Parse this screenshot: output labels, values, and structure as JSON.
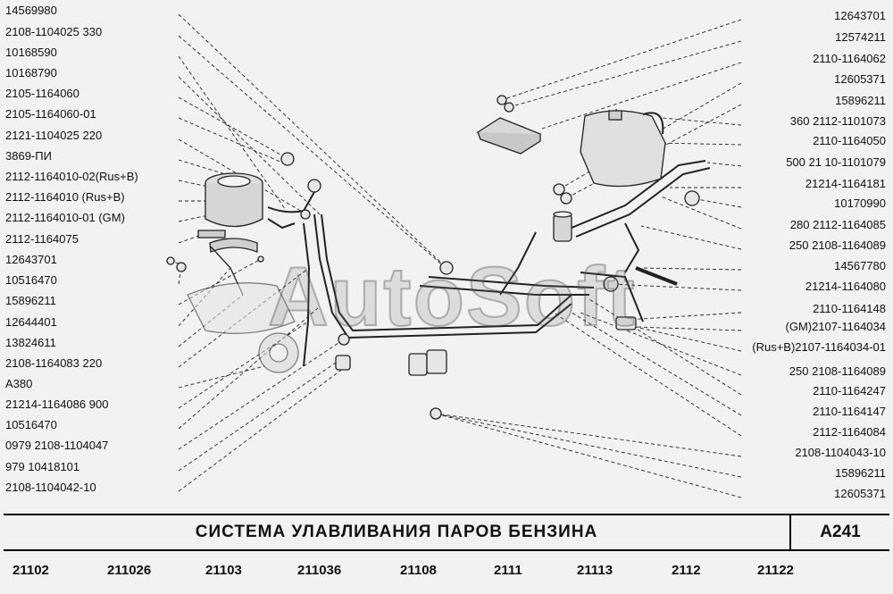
{
  "diagram": {
    "left_labels": [
      "14569980",
      "2108-1104025  330",
      "10168590",
      "10168790",
      "2105-1164060",
      "2105-1164060-01",
      "2121-1104025  220",
      "3869-ПИ",
      "2112-1164010-02(Rus+B)",
      "2112-1164010      (Rus+B)",
      "2112-1164010-01     (GM)",
      "2112-1164075",
      "12643701",
      "10516470",
      "15896211",
      "12644401",
      "13824611",
      "2108-1164083  220",
      "A380",
      "21214-1164086  900",
      "10516470",
      "0979  2108-1104047",
      "979  10418101",
      "2108-1104042-10"
    ],
    "right_labels": [
      "12643701",
      "12574211",
      "2110-1164062",
      "12605371",
      "15896211",
      "360  2112-1101073",
      "2110-1164050",
      "500  21 10-1101079",
      "21214-1164181",
      "10170990",
      "280  2112-1164085",
      "250  2108-1164089",
      "14567780",
      "21214-1164080",
      "2110-1164148",
      "(GM)2107-1164034",
      "(Rus+B)2107-1164034-01",
      "250  2108-1164089",
      "2110-1164247",
      "2110-1164147",
      "2112-1164084",
      "2108-1104043-10",
      "15896211",
      "12605371"
    ],
    "watermark": "AutoSoft"
  },
  "title": {
    "text": "СИСТЕМА  УЛАВЛИВАНИЯ  ПАРОВ  БЕНЗИНА",
    "code": "А241"
  },
  "models": [
    "21102",
    "211026",
    "21103",
    "211036",
    "21108",
    "2111",
    "21113",
    "2112",
    "21122"
  ]
}
